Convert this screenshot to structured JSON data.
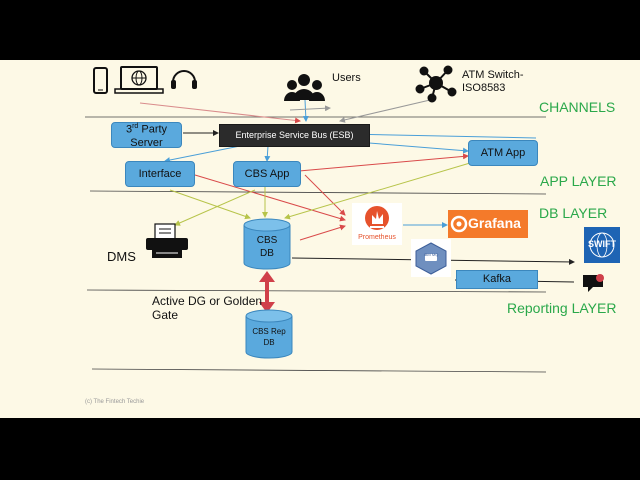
{
  "diagram": {
    "layers": {
      "channels": "CHANNELS",
      "app": "APP LAYER",
      "db": "DB LAYER",
      "reporting": "Reporting LAYER"
    },
    "nodes": {
      "users": "Users",
      "atm_switch": "ATM Switch-\nISO8583",
      "third_party_sup": "rd",
      "third_party_pre": "3",
      "third_party_rest": " Party\nServer",
      "esb": "Enterprise Service Bus (ESB)",
      "atm_app": "ATM App",
      "interface": "Interface",
      "cbs_app": "CBS App",
      "cbs_db": "CBS\nDB",
      "cbs_rep_db": "CBS Rep\nDB",
      "dms": "DMS",
      "prometheus": "Prometheus",
      "grafana": "Grafana",
      "ibm_mq": "IBM MQ",
      "kafka": "Kafka",
      "swift": "SWIFT",
      "replication": "Active DG or Golden\nGate",
      "copyright": "(c) The Fintech Techie"
    },
    "colors": {
      "background": "#fdf9e6",
      "box": "#5aa9dd",
      "layer_label": "#2aa84a",
      "esb": "#2b2b2b",
      "replication_arrow": "#d0404a",
      "grafana_box": "#f47a2a"
    }
  }
}
